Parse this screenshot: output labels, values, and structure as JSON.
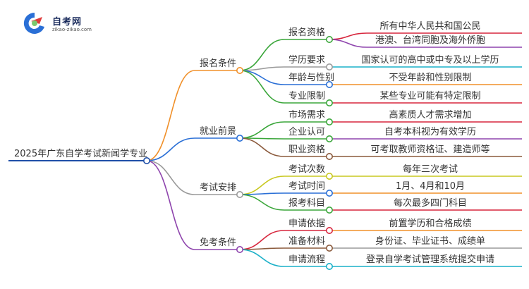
{
  "logo": {
    "title": "自考网",
    "url": "zikao-zikao.com"
  },
  "root": {
    "label": "2025年广东自学考试新闻学专业"
  },
  "branches": [
    {
      "label": "报名条件",
      "color": "#f0902a",
      "children": [
        {
          "label": "报名资格",
          "color": "#3aa63a",
          "leaves": [
            "所有中华人民共和国公民",
            "港澳、台湾同胞及海外侨胞"
          ],
          "leafColors": [
            "#d7263d",
            "#8e44ad"
          ]
        },
        {
          "label": "学历要求",
          "color": "#9a9a9a",
          "leaves": [
            "国家认可的高中或中专及以上学历"
          ],
          "leafColors": [
            "#1ab0c8"
          ]
        },
        {
          "label": "年龄与性别",
          "color": "#2a6fd6",
          "leaves": [
            "不受年龄和性别限制"
          ],
          "leafColors": [
            "#f0902a"
          ]
        },
        {
          "label": "专业限制",
          "color": "#3aa63a",
          "leaves": [
            "某些专业可能有特定限制"
          ],
          "leafColors": [
            "#d7263d"
          ]
        }
      ]
    },
    {
      "label": "就业前景",
      "color": "#2a6fd6",
      "children": [
        {
          "label": "市场需求",
          "color": "#3aa63a",
          "leaves": [
            "高素质人才需求增加"
          ],
          "leafColors": [
            "#d7263d"
          ]
        },
        {
          "label": "企业认可",
          "color": "#3aa63a",
          "leaves": [
            "自考本科视为有效学历"
          ],
          "leafColors": [
            "#8e44ad"
          ]
        },
        {
          "label": "职业资格",
          "color": "#8b5a3c",
          "leaves": [
            "可考取教师资格证、建造师等"
          ],
          "leafColors": [
            "#8b5a3c"
          ]
        }
      ]
    },
    {
      "label": "考试安排",
      "color": "#9a9a9a",
      "children": [
        {
          "label": "考试次数",
          "color": "#c8c820",
          "leaves": [
            "每年三次考试"
          ],
          "leafColors": [
            "#c8c820"
          ]
        },
        {
          "label": "考试时间",
          "color": "#2a6fd6",
          "leaves": [
            "1月、4月和10月"
          ],
          "leafColors": [
            "#f0902a"
          ]
        },
        {
          "label": "报考科目",
          "color": "#3aa63a",
          "leaves": [
            "每次最多四门科目"
          ],
          "leafColors": [
            "#d7263d"
          ]
        }
      ]
    },
    {
      "label": "免考条件",
      "color": "#8e44ad",
      "children": [
        {
          "label": "申请依据",
          "color": "#d7263d",
          "leaves": [
            "前置学历和合格成绩"
          ],
          "leafColors": [
            "#f0902a"
          ]
        },
        {
          "label": "准备材料",
          "color": "#8b5a3c",
          "leaves": [
            "身份证、毕业证书、成绩单"
          ],
          "leafColors": [
            "#9a9a9a"
          ]
        },
        {
          "label": "申请流程",
          "color": "#1ab0c8",
          "leaves": [
            "登录自学考试管理系统提交申请"
          ],
          "leafColors": [
            "#1ab0c8"
          ]
        }
      ]
    }
  ]
}
